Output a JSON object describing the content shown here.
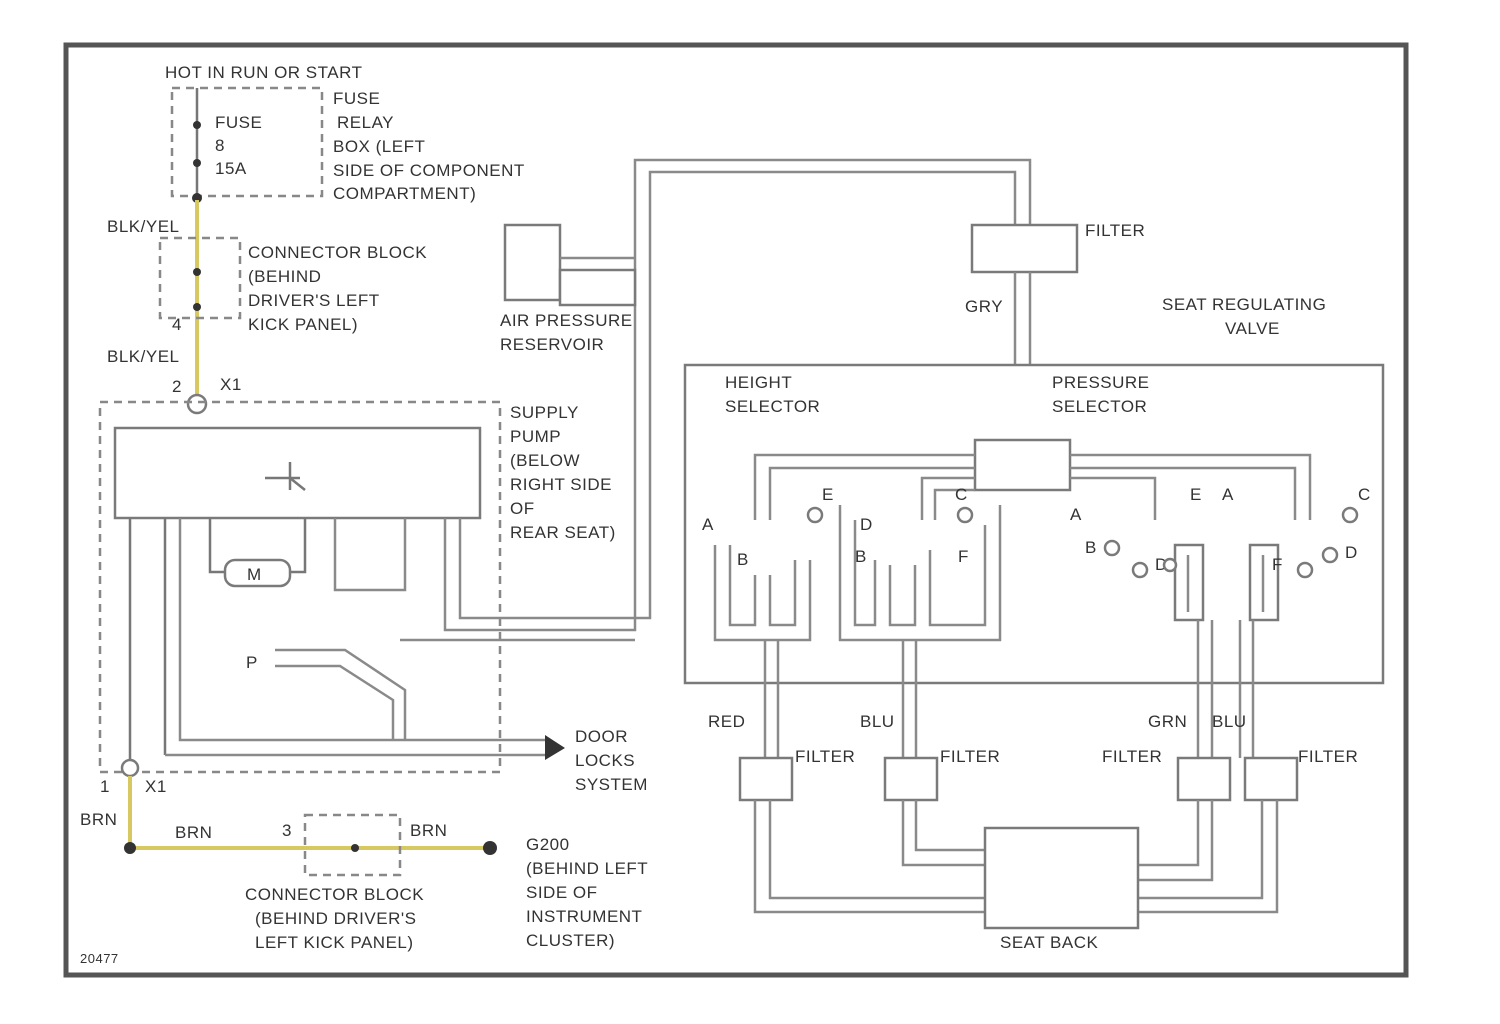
{
  "colors": {
    "accent_wire": "#d8c862",
    "line": "#7a7a7a",
    "frame": "#555555"
  },
  "labels": {
    "hot_in_run": "HOT IN RUN OR START",
    "fuse_a": "FUSE",
    "fuse_b": "8",
    "fuse_c": "15A",
    "fuse_relay_1": "FUSE",
    "fuse_relay_2": "RELAY",
    "fuse_relay_3": "BOX (LEFT",
    "fuse_relay_4": "SIDE OF COMPONENT",
    "fuse_relay_5": "COMPARTMENT)",
    "wire_blk_yel_1": "BLK/YEL",
    "conn_block_1": "CONNECTOR BLOCK",
    "conn_block_2": "(BEHIND",
    "conn_block_3": "DRIVER'S LEFT",
    "conn_block_4": "KICK PANEL)",
    "pin_4": "4",
    "wire_blk_yel_2": "BLK/YEL",
    "pin_2": "2",
    "x1_top": "X1",
    "supply_1": "SUPPLY",
    "supply_2": "PUMP",
    "supply_3": "(BELOW",
    "supply_4": "RIGHT SIDE",
    "supply_5": "OF",
    "supply_6": "REAR SEAT)",
    "motor": "M",
    "p_label": "P",
    "door_1": "DOOR",
    "door_2": "LOCKS",
    "door_3": "SYSTEM",
    "pin_1": "1",
    "x1_bottom": "X1",
    "wire_brn_1": "BRN",
    "wire_brn_2": "BRN",
    "pin_3": "3",
    "wire_brn_3": "BRN",
    "g200_1": "G200",
    "g200_2": "(BEHIND LEFT",
    "g200_3": "SIDE OF",
    "g200_4": "INSTRUMENT",
    "g200_5": "CLUSTER)",
    "conn2_1": "CONNECTOR BLOCK",
    "conn2_2": "(BEHIND DRIVER'S",
    "conn2_3": "LEFT KICK PANEL)",
    "fig_id": "20477",
    "air_1": "AIR PRESSURE",
    "air_2": "RESERVOIR",
    "filter_top": "FILTER",
    "gry": "GRY",
    "seat_valve_1": "SEAT REGULATING",
    "seat_valve_2": "VALVE",
    "height_1": "HEIGHT",
    "height_2": "SELECTOR",
    "pressure_1": "PRESSURE",
    "pressure_2": "SELECTOR",
    "port_a1": "A",
    "port_e1": "E",
    "port_c1": "C",
    "port_d1": "D",
    "port_b1": "B",
    "port_b2": "B",
    "port_f1": "F",
    "port_a2": "A",
    "port_b3": "B",
    "port_e2": "E",
    "port_a3": "A",
    "port_c2": "C",
    "port_d2": "D",
    "port_d3": "D",
    "port_f2": "F",
    "red": "RED",
    "blu_1": "BLU",
    "grn": "GRN",
    "blu_2": "BLU",
    "filter_1": "FILTER",
    "filter_2": "FILTER",
    "filter_3": "FILTER",
    "filter_4": "FILTER",
    "seat_back": "SEAT BACK"
  }
}
